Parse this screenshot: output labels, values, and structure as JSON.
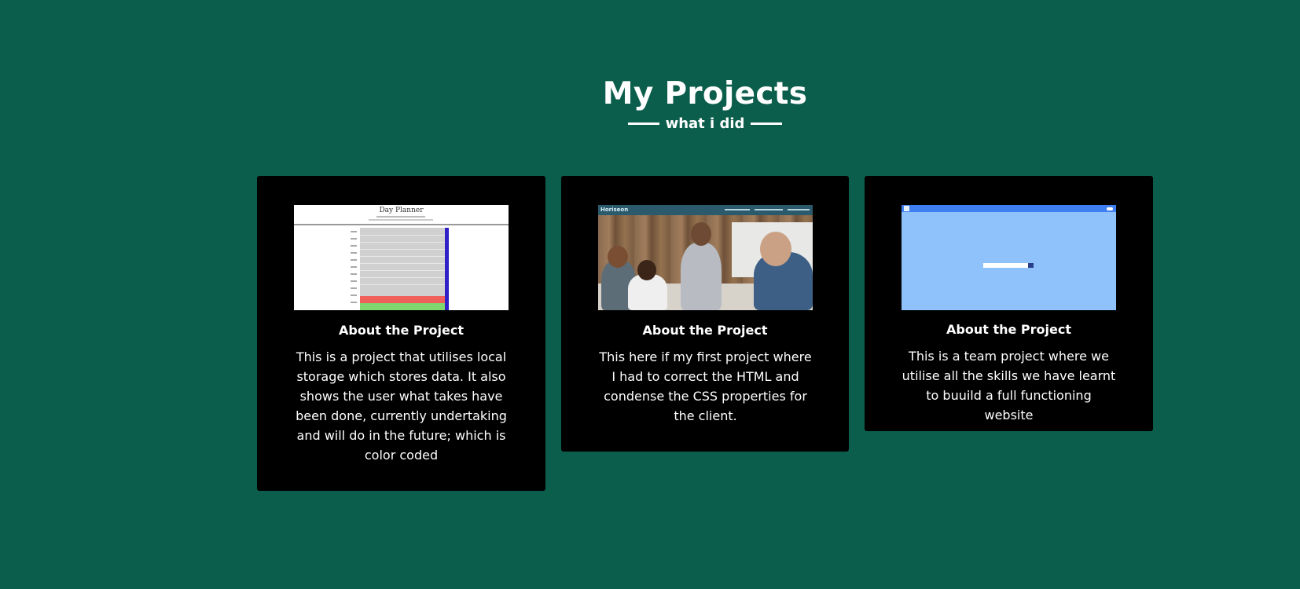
{
  "section": {
    "title": "My Projects",
    "subtitle": "what i did"
  },
  "projects": [
    {
      "title": "About the Project",
      "description": "This is a project that utilises local storage which stores data. It also shows the user what takes have been done, currently undertaking and will do in the future; which is color coded",
      "thumb_text": "Day Planner"
    },
    {
      "title": "About the Project",
      "description": "This here if my first project where I had to correct the HTML and condense the CSS properties for the client.",
      "thumb_text": "Horiseon"
    },
    {
      "title": "About the Project",
      "description": "This is a team project where we utilise all the skills we have learnt to buuild a full functioning website"
    }
  ],
  "colors": {
    "background": "#0c5e4c",
    "card": "#000000",
    "text": "#ffffff"
  }
}
